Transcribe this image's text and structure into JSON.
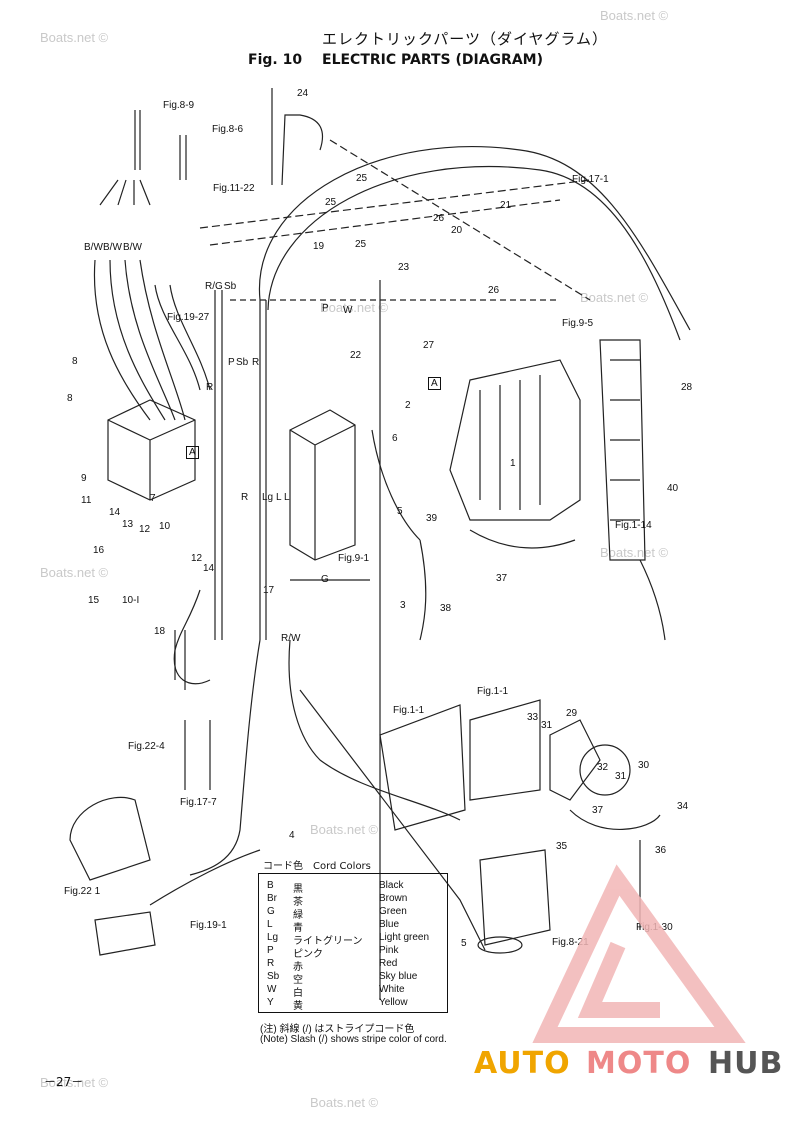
{
  "header": {
    "title_jp": "エレクトリックパーツ（ダイヤグラム）",
    "fig_no": "Fig. 10",
    "title_en": "ELECTRIC PARTS (DIAGRAM)"
  },
  "watermark": "Boats.net ©",
  "fig_refs": {
    "f8_9": "Fig.8-9",
    "f8_6": "Fig.8-6",
    "f11_22": "Fig.11-22",
    "f19_27": "Fig.19-27",
    "f17_1": "Fig.17-1",
    "f9_5": "Fig.9-5",
    "f9_1": "Fig.9-1",
    "f1_14": "Fig.1-14",
    "f1_1a": "Fig.1-1",
    "f1_1b": "Fig.1-1",
    "f22_4": "Fig.22-4",
    "f17_7": "Fig.17-7",
    "f22_1": "Fig.22 1",
    "f19_1": "Fig.19-1",
    "f8_21": "Fig.8-21",
    "f1_30": "Fig.1-30",
    "f10_1": "10-I"
  },
  "wire_labels": {
    "bw1": "B/W",
    "bw2": "B/W",
    "bw3": "B/W",
    "rg": "R/G",
    "sb": "Sb",
    "r1": "R",
    "p1": "P",
    "sb2": "Sb",
    "r2": "R",
    "p2": "P",
    "w1": "W",
    "lg": "Lg",
    "l1": "L",
    "l2": "L",
    "r3": "R",
    "g": "G",
    "rw": "R/W",
    "boxA1": "A",
    "boxA2": "A"
  },
  "parts": [
    "24",
    "25",
    "25",
    "26",
    "21",
    "20",
    "25",
    "23",
    "19",
    "26",
    "22",
    "27",
    "28",
    "1",
    "2",
    "6",
    "5",
    "39",
    "40",
    "37",
    "38",
    "3",
    "17",
    "18",
    "8",
    "8",
    "7",
    "9",
    "11",
    "14",
    "13",
    "12",
    "10",
    "16",
    "15",
    "12",
    "14",
    "29",
    "33",
    "31",
    "32",
    "31",
    "30",
    "37",
    "34",
    "35",
    "36",
    "4",
    "5"
  ],
  "legend": {
    "title": "コード色　Cord Colors",
    "rows": [
      {
        "code": "B",
        "jp": "黒",
        "en": "Black"
      },
      {
        "code": "Br",
        "jp": "茶",
        "en": "Brown"
      },
      {
        "code": "G",
        "jp": "緑",
        "en": "Green"
      },
      {
        "code": "L",
        "jp": "青",
        "en": "Blue"
      },
      {
        "code": "Lg",
        "jp": "ライトグリーン",
        "en": "Light green"
      },
      {
        "code": "P",
        "jp": "ピンク",
        "en": "Pink"
      },
      {
        "code": "R",
        "jp": "赤",
        "en": "Red"
      },
      {
        "code": "Sb",
        "jp": "空",
        "en": "Sky blue"
      },
      {
        "code": "W",
        "jp": "白",
        "en": "White"
      },
      {
        "code": "Y",
        "jp": "黄",
        "en": "Yellow"
      }
    ],
    "note_jp": "(注) 斜線 (/) はストライプコード色",
    "note_en": "(Note)   Slash (/) shows stripe color of cord."
  },
  "page_number": "－27－",
  "brand": {
    "part1": "AUTO",
    "part2": "MOTO",
    "part3": "HUB",
    "color1": "#f0a500",
    "color2": "#e88",
    "color3": "#555555"
  }
}
